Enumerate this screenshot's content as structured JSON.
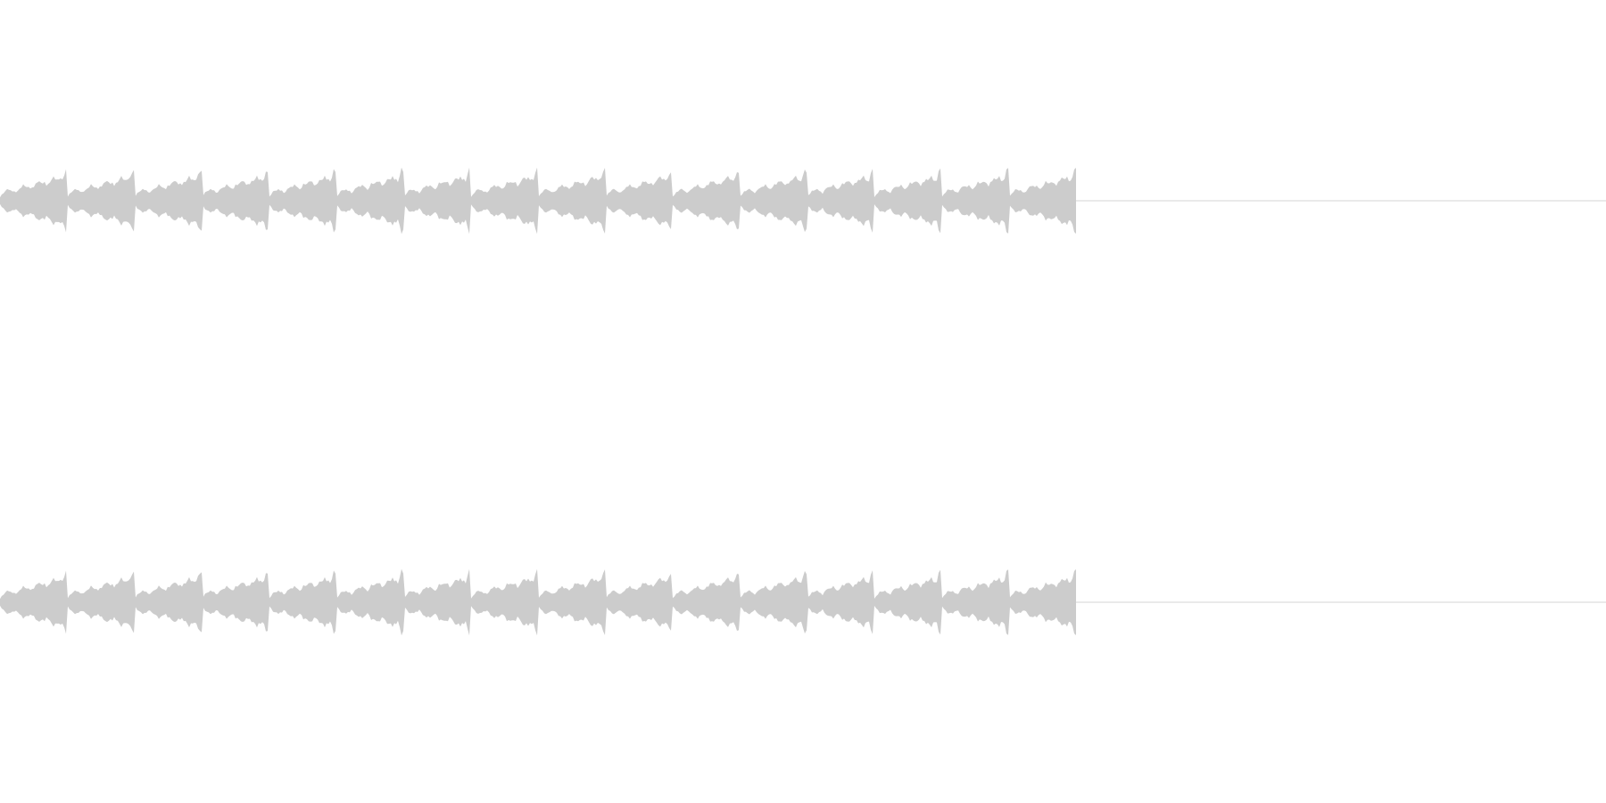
{
  "waveform": {
    "channel_count": 2,
    "channels": [
      {
        "id": "left"
      },
      {
        "id": "right"
      }
    ],
    "segment_count": 16,
    "played_fraction": 0.67,
    "colors": {
      "background": "#ffffff",
      "wave": "#cccccc",
      "center_line": "#d4d4d4"
    }
  }
}
